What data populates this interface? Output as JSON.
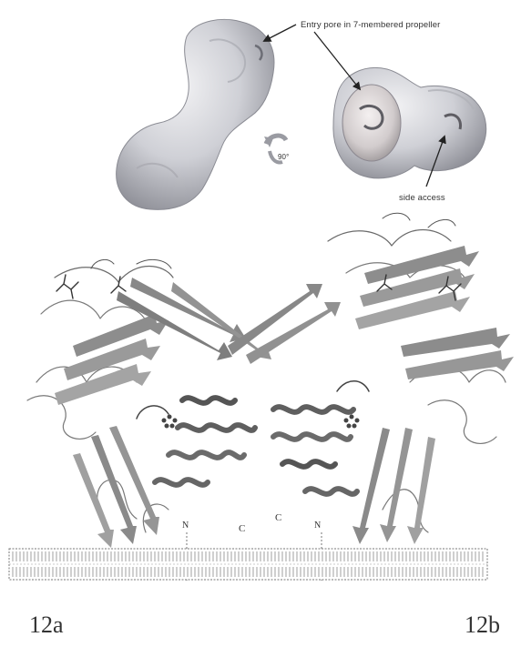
{
  "top_figure": {
    "annotations": {
      "entry_pore": "Entry pore in 7-membered propeller",
      "rotation": "90°",
      "side_access": "side access"
    }
  },
  "bottom_figure": {
    "terminal_labels": {
      "left_n": "N",
      "left_c": "C",
      "right_c": "C",
      "right_n": "N"
    }
  },
  "figure_labels": {
    "left": "12a",
    "right": "12b"
  }
}
